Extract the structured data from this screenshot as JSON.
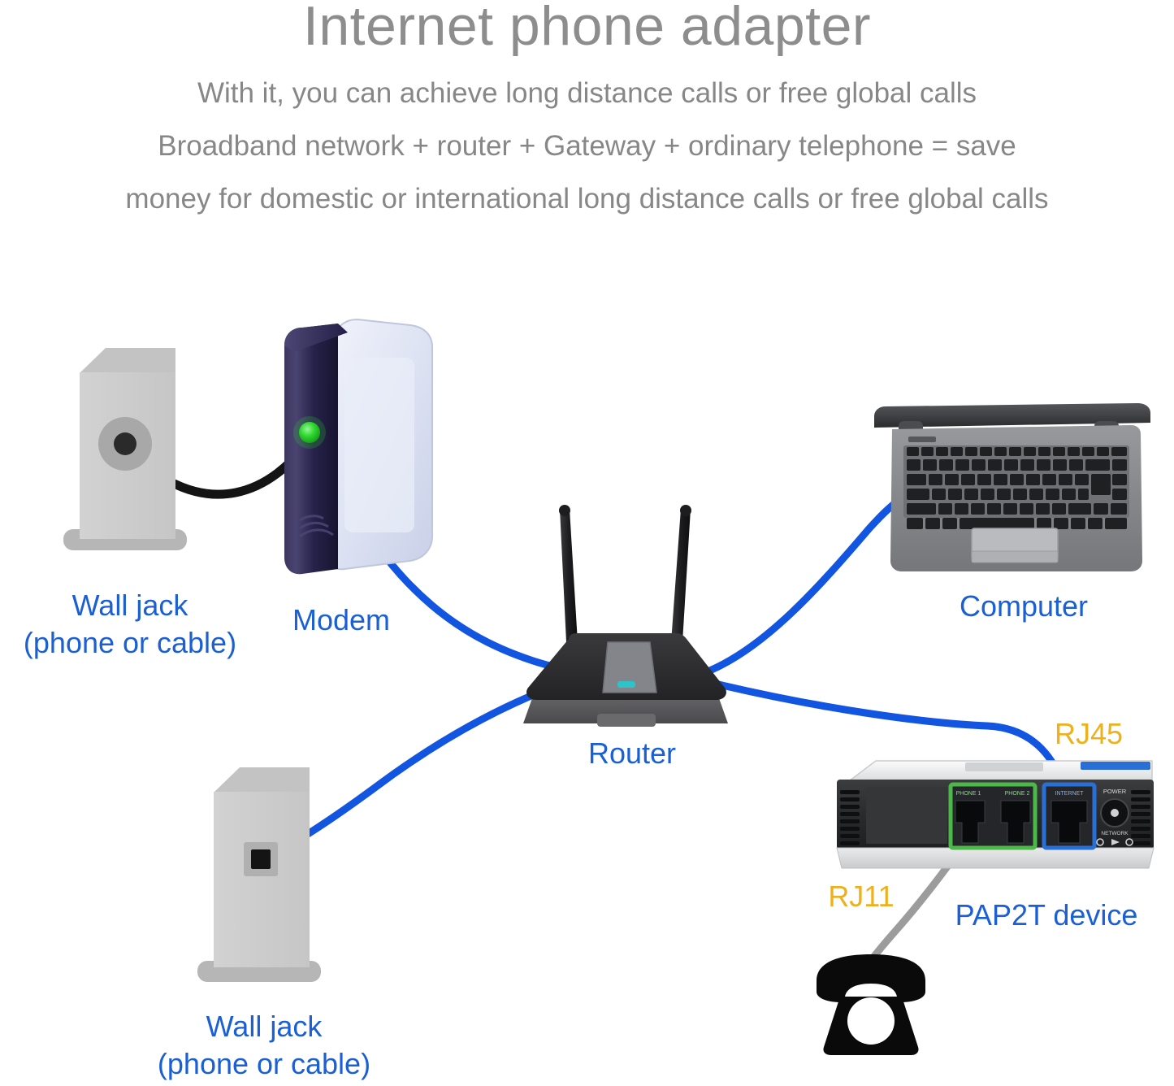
{
  "header": {
    "title": "Internet phone adapter",
    "subtitle_lines": [
      "With it, you can achieve long distance calls or free global calls",
      "Broadband network + router + Gateway + ordinary telephone = save",
      "money for domestic or international long distance calls or free global calls"
    ]
  },
  "colors": {
    "title_gray": "#8d8d8d",
    "subtitle_gray": "#878787",
    "label_blue": "#1a5fd4",
    "label_yellow": "#eeb11d",
    "cable_blue": "#1255e0",
    "cable_black": "#111111",
    "cable_gray": "#9a9a9a",
    "device_dark": "#2e2e30",
    "modem_navy": "#342f55",
    "modem_panel": "#dfe3f2",
    "wall_jack_gray": "#cfcfcf",
    "led_green": "#27c127",
    "led_cyan": "#2ec3c9",
    "port_green": "#4bb848",
    "port_blue": "#1f6fd0",
    "pap2t_top": "#eceeef",
    "laptop_body": "#8b8d90"
  },
  "nodes": {
    "wall_jack_top": {
      "label_line1": "Wall jack",
      "label_line2": "(phone or cable)",
      "port_type": "coaxial-round"
    },
    "modem": {
      "label": "Modem",
      "led": "green"
    },
    "router": {
      "label": "Router",
      "antennas": 2,
      "led": "cyan"
    },
    "computer": {
      "label": "Computer",
      "form": "laptop"
    },
    "wall_jack_bottom": {
      "label_line1": "Wall jack",
      "label_line2": "(phone or cable)",
      "port_type": "ethernet-square"
    },
    "pap2t": {
      "label": "PAP2T device",
      "ports": [
        {
          "name": "PHONE 1",
          "color": "green"
        },
        {
          "name": "PHONE 2",
          "color": "green"
        },
        {
          "name": "INTERNET",
          "color": "blue"
        },
        {
          "name": "POWER",
          "color": "dark"
        }
      ],
      "power_label": "POWER",
      "network_label": "NETWORK"
    },
    "telephone": {
      "label": "",
      "form": "rotary-phone"
    }
  },
  "connector_labels": {
    "rj45": "RJ45",
    "rj11": "RJ11"
  },
  "connections": [
    {
      "from": "wall_jack_top",
      "to": "modem",
      "cable": "black"
    },
    {
      "from": "modem",
      "to": "router",
      "cable": "blue"
    },
    {
      "from": "router",
      "to": "computer",
      "cable": "blue"
    },
    {
      "from": "router",
      "to": "wall_jack_bottom",
      "cable": "blue"
    },
    {
      "from": "router",
      "to": "pap2t",
      "cable": "blue"
    },
    {
      "from": "pap2t",
      "to": "telephone",
      "cable": "gray"
    }
  ]
}
